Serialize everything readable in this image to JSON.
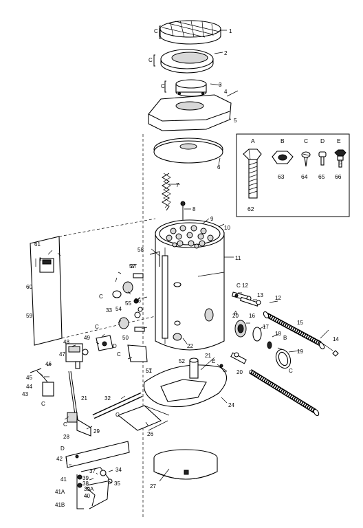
{
  "hardware": {
    "letters": {
      "a": "A",
      "b": "B",
      "c": "C",
      "d": "D",
      "e": "E"
    },
    "numbers": {
      "n62": "62",
      "n63": "63",
      "n64": "64",
      "n65": "65",
      "n66": "66"
    }
  },
  "labels": {
    "p1": "1",
    "p2": "2",
    "p3": "3",
    "p4": "4",
    "p5": "5",
    "p6": "6",
    "p7": "7",
    "p8": "8",
    "p9": "9",
    "p10": "10",
    "p11": "11",
    "p12a": "12",
    "p12b": "12",
    "p13": "13",
    "p14": "14",
    "p15": "15",
    "p16": "16",
    "p17": "17",
    "p18": "18",
    "p19": "19",
    "p20a": "20",
    "p20b": "20",
    "p21a": "21",
    "p21b": "21",
    "p22": "22",
    "p24": "24",
    "p26": "26",
    "p27": "27",
    "p28": "28",
    "p29": "29",
    "p32": "32",
    "p33": "33",
    "p34": "34",
    "p35": "35",
    "p37a": "37",
    "p37b": "37",
    "p38": "38",
    "p39": "39",
    "p39a": "39A",
    "p40": "40",
    "p41": "41",
    "p41a": "41A",
    "p41b": "41B",
    "p42": "42",
    "p43": "43",
    "p44": "44",
    "p45": "45",
    "p46": "46",
    "p47": "47",
    "p48": "48",
    "p49": "49",
    "p50": "50",
    "p51": "51",
    "p52": "52",
    "p54": "54",
    "p55": "55",
    "p56": "56",
    "p57a": "57",
    "p57b": "57",
    "p58": "58",
    "p59": "59",
    "p60": "60",
    "p61": "61",
    "c1": "C",
    "c2": "C",
    "c3": "C",
    "c4": "C",
    "c5": "C",
    "c6": "C",
    "c7": "C",
    "c8": "C",
    "c9": "C",
    "c10": "C",
    "c11": "C",
    "c12": "C",
    "a1": "A",
    "b1": "B",
    "d1": "D",
    "d2": "D",
    "e1": "E"
  }
}
